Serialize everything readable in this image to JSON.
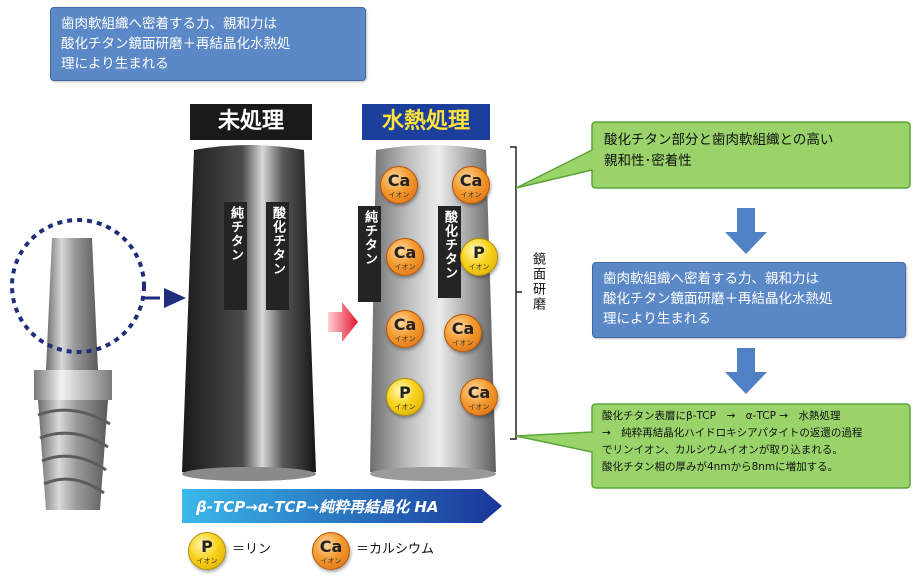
{
  "top_note": {
    "lines": [
      "歯肉軟組織へ密着する力、親和力は",
      "酸化チタン鏡面研磨＋再結晶化水熱処",
      "理により生まれる"
    ]
  },
  "untreated": {
    "title": "未処理",
    "labels": [
      "純チタン",
      "酸化チタン"
    ],
    "colors": {
      "title_bg": "#1a1a1a",
      "title_text": "#ffffff"
    }
  },
  "treated": {
    "title": "水熱処理",
    "labels": [
      "純チタン",
      "酸化チタン"
    ],
    "colors": {
      "title_bg": "#1c3f9c",
      "title_text": "#ffe23a"
    },
    "ions": [
      {
        "type": "Ca",
        "sub": "イオン"
      },
      {
        "type": "Ca",
        "sub": "イオン"
      },
      {
        "type": "Ca",
        "sub": "イオン"
      },
      {
        "type": "P",
        "sub": "イオン"
      },
      {
        "type": "Ca",
        "sub": "イオン"
      },
      {
        "type": "Ca",
        "sub": "イオン"
      },
      {
        "type": "P",
        "sub": "イオン"
      },
      {
        "type": "Ca",
        "sub": "イオン"
      }
    ]
  },
  "mirror_polish_label": "鏡面研磨",
  "process_bar": {
    "text": "β-TCP→α-TCP→純粋再結晶化 HA",
    "colors": {
      "start": "#3ab8ea",
      "end": "#1a3598"
    }
  },
  "legend": [
    {
      "type": "P",
      "sub": "イオン",
      "label": "＝リン"
    },
    {
      "type": "Ca",
      "sub": "イオン",
      "label": "＝カルシウム"
    }
  ],
  "flow": {
    "box1": {
      "lines": [
        "酸化チタン部分と歯肉軟組織との高い",
        "親和性･密着性"
      ]
    },
    "box2": {
      "lines": [
        "歯肉軟組織へ密着する力、親和力は",
        "酸化チタン鏡面研磨＋再結晶化水熱処",
        "理により生まれる"
      ]
    },
    "box3": {
      "lines": [
        "酸化チタン表層にβ-TCP　→　α-TCP →　水熱処理",
        "→　純粋再結晶化ハイドロキシアパタイトの返還の過程",
        "でリンイオン、カルシウムイオンが取り込まれる。",
        "酸化チタン相の厚みが4nmから8nmに増加する。"
      ]
    },
    "colors": {
      "green_fill": "#99d36a",
      "green_border": "#5aa636",
      "arrow": "#4f81c4"
    }
  }
}
